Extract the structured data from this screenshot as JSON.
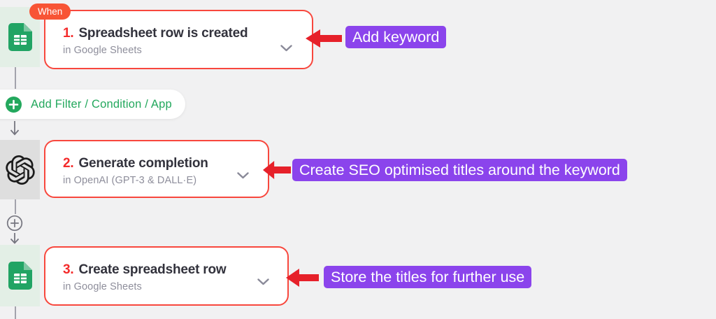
{
  "workflow": {
    "when_badge": "When",
    "steps": [
      {
        "number": "1.",
        "title": "Spreadsheet row is created",
        "subtitle": "in Google Sheets",
        "app": "Google Sheets",
        "icon": "google-sheets-icon"
      },
      {
        "number": "2.",
        "title": "Generate completion",
        "subtitle": "in OpenAI (GPT-3 & DALL·E)",
        "app": "OpenAI",
        "icon": "openai-icon"
      },
      {
        "number": "3.",
        "title": "Create spreadsheet row",
        "subtitle": "in Google Sheets",
        "app": "Google Sheets",
        "icon": "google-sheets-icon"
      }
    ],
    "add_filter_label": "Add Filter / Condition / App"
  },
  "annotations": [
    {
      "text": "Add keyword"
    },
    {
      "text": "Create SEO optimised titles around the keyword"
    },
    {
      "text": "Store the titles for further use"
    }
  ],
  "icons": [
    "google-sheets-icon",
    "openai-icon",
    "chevron-down-icon",
    "plus-circle-filled-icon",
    "plus-circle-outline-icon",
    "down-arrow-icon",
    "red-left-arrow-icon"
  ],
  "colors": {
    "background": "#F1F1F2",
    "card_border": "#F8473D",
    "step_number": "#F42B2B",
    "title_text": "#32323C",
    "subtitle_text": "#8E8E9B",
    "when_badge_bg": "#F85435",
    "annotation_bg": "#8B44EC",
    "annotation_arrow": "#E6212A",
    "brand_green": "#23A85D",
    "sheets_green": "#21A464",
    "strip_green_bg": "#E3EFE6",
    "strip_gray_bg": "#DEDEDE"
  }
}
